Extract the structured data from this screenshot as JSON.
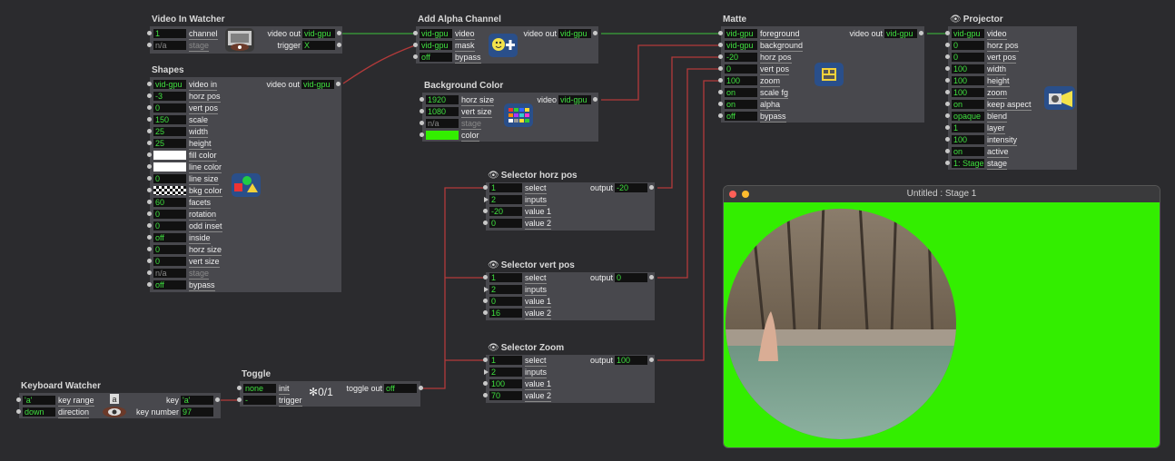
{
  "video_in_watcher": {
    "title": "Video In Watcher",
    "inputs": [
      {
        "value": "1",
        "label": "channel"
      },
      {
        "value": "n/a",
        "label": "stage",
        "dim": true
      }
    ],
    "outputs": [
      {
        "label": "video out",
        "value": "vid-gpu"
      },
      {
        "label": "trigger",
        "value": "X"
      }
    ]
  },
  "add_alpha": {
    "title": "Add Alpha Channel",
    "inputs": [
      {
        "value": "vid-gpu",
        "label": "video"
      },
      {
        "value": "vid-gpu",
        "label": "mask"
      },
      {
        "value": "off",
        "label": "bypass"
      }
    ],
    "outputs": [
      {
        "label": "video out",
        "value": "vid-gpu"
      }
    ]
  },
  "shapes": {
    "title": "Shapes",
    "inputs": [
      {
        "value": "vid-gpu",
        "label": "video in"
      },
      {
        "value": "-3",
        "label": "horz pos"
      },
      {
        "value": "0",
        "label": "vert pos"
      },
      {
        "value": "150",
        "label": "scale"
      },
      {
        "value": "25",
        "label": "width"
      },
      {
        "value": "25",
        "label": "height"
      },
      {
        "value": "",
        "label": "fill color",
        "swatch": "white"
      },
      {
        "value": "",
        "label": "line color",
        "swatch": "white"
      },
      {
        "value": "0",
        "label": "line size"
      },
      {
        "value": "",
        "label": "bkg color",
        "swatch": "checker"
      },
      {
        "value": "60",
        "label": "facets"
      },
      {
        "value": "0",
        "label": "rotation"
      },
      {
        "value": "0",
        "label": "odd inset"
      },
      {
        "value": "off",
        "label": "inside"
      },
      {
        "value": "0",
        "label": "horz size"
      },
      {
        "value": "0",
        "label": "vert size"
      },
      {
        "value": "n/a",
        "label": "stage",
        "dim": true
      },
      {
        "value": "off",
        "label": "bypass"
      }
    ],
    "outputs": [
      {
        "label": "video out",
        "value": "vid-gpu"
      }
    ]
  },
  "background_color": {
    "title": "Background Color",
    "inputs": [
      {
        "value": "1920",
        "label": "horz size"
      },
      {
        "value": "1080",
        "label": "vert size"
      },
      {
        "value": "n/a",
        "label": "stage",
        "dim": true
      },
      {
        "value": "",
        "label": "color",
        "swatch": "green"
      }
    ],
    "outputs": [
      {
        "label": "video",
        "value": "vid-gpu"
      }
    ]
  },
  "matte": {
    "title": "Matte",
    "inputs": [
      {
        "value": "vid-gpu",
        "label": "foreground"
      },
      {
        "value": "vid-gpu",
        "label": "background"
      },
      {
        "value": "-20",
        "label": "horz pos"
      },
      {
        "value": "0",
        "label": "vert pos"
      },
      {
        "value": "100",
        "label": "zoom"
      },
      {
        "value": "on",
        "label": "scale fg"
      },
      {
        "value": "on",
        "label": "alpha"
      },
      {
        "value": "off",
        "label": "bypass"
      }
    ],
    "outputs": [
      {
        "label": "video out",
        "value": "vid-gpu"
      }
    ]
  },
  "projector": {
    "title": "Projector",
    "inputs": [
      {
        "value": "vid-gpu",
        "label": "video"
      },
      {
        "value": "0",
        "label": "horz pos"
      },
      {
        "value": "0",
        "label": "vert pos"
      },
      {
        "value": "100",
        "label": "width"
      },
      {
        "value": "100",
        "label": "height"
      },
      {
        "value": "100",
        "label": "zoom"
      },
      {
        "value": "on",
        "label": "keep aspect"
      },
      {
        "value": "opaque",
        "label": "blend"
      },
      {
        "value": "1",
        "label": "layer"
      },
      {
        "value": "100",
        "label": "intensity"
      },
      {
        "value": "on",
        "label": "active"
      },
      {
        "value": "1: Stage",
        "label": "stage"
      }
    ]
  },
  "selector_horz": {
    "title": "Selector horz pos",
    "inputs": [
      {
        "value": "1",
        "label": "select"
      },
      {
        "value": "2",
        "label": "inputs",
        "tri": true
      },
      {
        "value": "-20",
        "label": "value 1"
      },
      {
        "value": "0",
        "label": "value 2"
      }
    ],
    "outputs": [
      {
        "label": "output",
        "value": "-20"
      }
    ]
  },
  "selector_vert": {
    "title": "Selector vert pos",
    "inputs": [
      {
        "value": "1",
        "label": "select"
      },
      {
        "value": "2",
        "label": "inputs",
        "tri": true
      },
      {
        "value": "0",
        "label": "value 1"
      },
      {
        "value": "16",
        "label": "value 2"
      }
    ],
    "outputs": [
      {
        "label": "output",
        "value": "0"
      }
    ]
  },
  "selector_zoom": {
    "title": "Selector Zoom",
    "inputs": [
      {
        "value": "1",
        "label": "select"
      },
      {
        "value": "2",
        "label": "inputs",
        "tri": true
      },
      {
        "value": "100",
        "label": "value 1"
      },
      {
        "value": "70",
        "label": "value 2"
      }
    ],
    "outputs": [
      {
        "label": "output",
        "value": "100"
      }
    ]
  },
  "keyboard_watcher": {
    "title": "Keyboard Watcher",
    "inputs": [
      {
        "value": "'a'",
        "label": "key range"
      },
      {
        "value": "down",
        "label": "direction"
      }
    ],
    "outputs": [
      {
        "label": "key",
        "value": "'a'"
      },
      {
        "label": "key number",
        "value": "97"
      }
    ],
    "badge": "a"
  },
  "toggle": {
    "title": "Toggle",
    "inputs": [
      {
        "value": "none",
        "label": "init"
      },
      {
        "value": "-",
        "label": "trigger"
      }
    ],
    "outputs": [
      {
        "label": "toggle out",
        "value": "off"
      }
    ],
    "glyph": "0/1"
  },
  "stage_window": {
    "title": "Untitled : Stage 1",
    "bg_color": "#33ee00"
  },
  "colors": {
    "wire_video": "#3aa53a",
    "wire_value": "#b33a3a",
    "value_text": "#3fe03f"
  }
}
